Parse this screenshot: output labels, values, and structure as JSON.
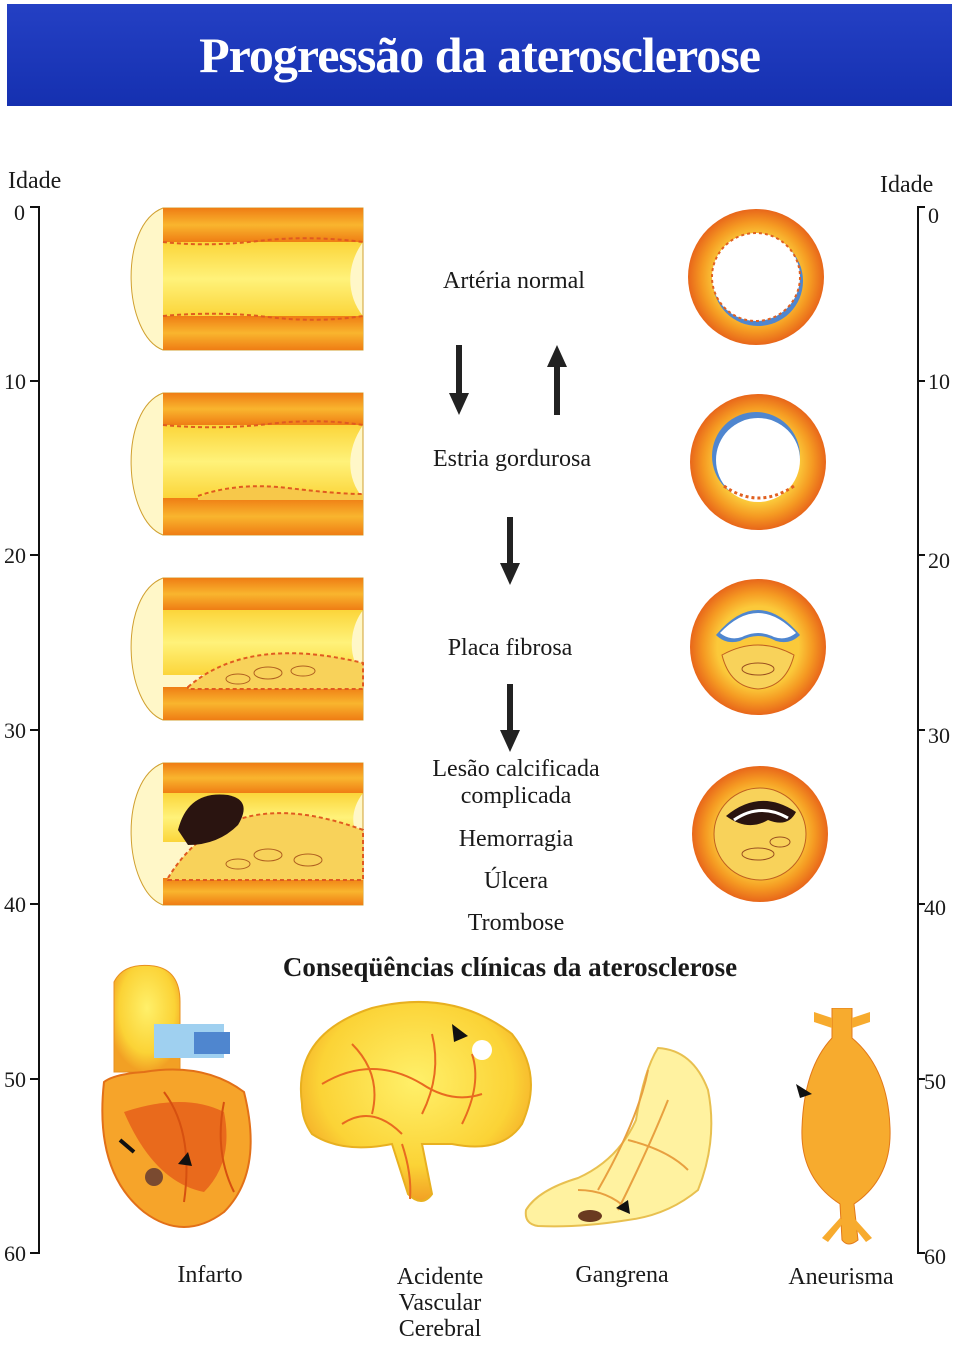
{
  "title": "Progressão da aterosclerose",
  "left_axis": {
    "title": "Idade",
    "ticks": [
      "0",
      "10",
      "20",
      "30",
      "40",
      "50",
      "60"
    ]
  },
  "right_axis": {
    "title": "Idade",
    "ticks": [
      "0",
      "10",
      "20",
      "30",
      "40",
      "50",
      "60"
    ]
  },
  "stages": [
    {
      "label": "Artéria normal"
    },
    {
      "label": "Estria gordurosa"
    },
    {
      "label": "Placa fibrosa"
    },
    {
      "label_line1": "Lesão calcificada",
      "label_line2": "complicada",
      "complications": [
        "Hemorragia",
        "Úlcera",
        "Trombose"
      ]
    }
  ],
  "subtitle": "Conseqüências clínicas da aterosclerose",
  "consequences": [
    {
      "label": "Infarto"
    },
    {
      "label_lines": [
        "Acidente",
        "Vascular",
        "Cerebral"
      ]
    },
    {
      "label": "Gangrena"
    },
    {
      "label": "Aneurisma"
    }
  ],
  "colors": {
    "banner": "#1f3cc0",
    "vessel_orange": "#f08a1a",
    "vessel_yellow": "#fbe14a",
    "lumen_blue": "#4f86cf"
  }
}
